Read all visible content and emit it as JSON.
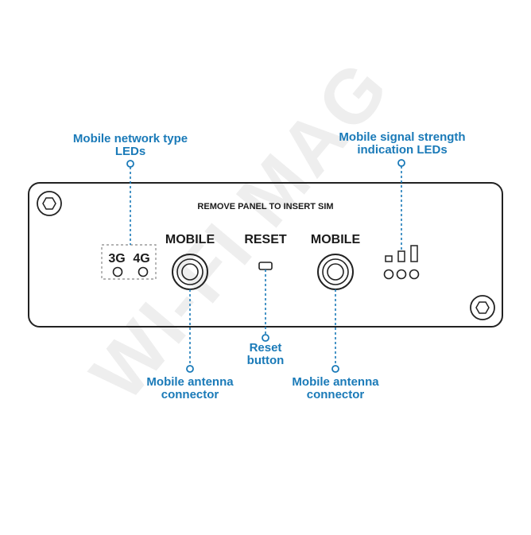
{
  "panel": {
    "header": "REMOVE PANEL TO INSERT SIM",
    "label_3g": "3G",
    "label_4g": "4G",
    "mobile_left": "MOBILE",
    "reset": "RESET",
    "mobile_right": "MOBILE"
  },
  "callouts": {
    "network_type": [
      "Mobile network type",
      "LEDs"
    ],
    "signal_strength": [
      "Mobile signal strength",
      "indication LEDs"
    ],
    "reset_button": [
      "Reset",
      "button"
    ],
    "antenna_left": [
      "Mobile antenna",
      "connector"
    ],
    "antenna_right": [
      "Mobile antenna",
      "connector"
    ]
  },
  "watermark": "WI-FI MAG",
  "colors": {
    "callout": "#1a7ab8",
    "ink": "#222222",
    "watermark": "#eeeeee"
  }
}
